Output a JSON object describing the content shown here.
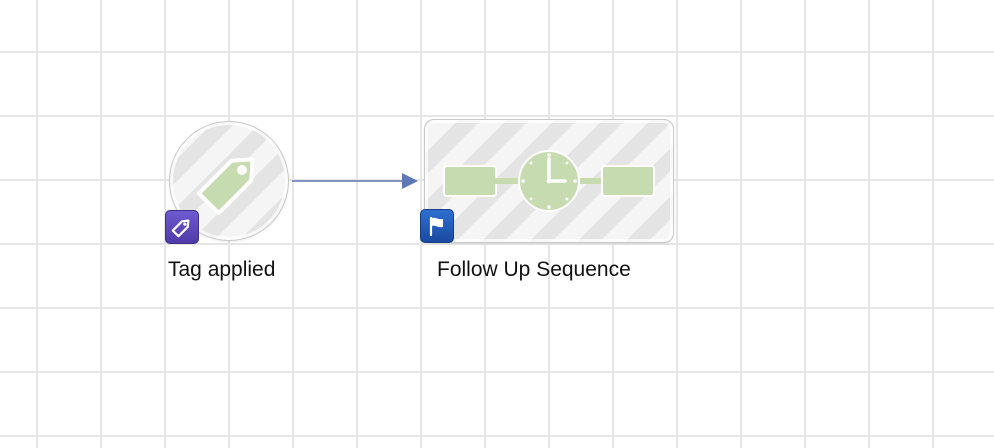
{
  "canvas": {
    "grid_color": "#e6e6e6",
    "background": "#ffffff"
  },
  "nodes": {
    "trigger": {
      "label": "Tag applied",
      "icon": "tag-icon",
      "badge_icon": "tag-badge-icon",
      "badge_color": "#5b45bf"
    },
    "sequence": {
      "label": "Follow Up Sequence",
      "icon": "sequence-clock-icon",
      "badge_icon": "flag-icon",
      "badge_color": "#2458b8"
    }
  },
  "connector": {
    "from": "Tag applied",
    "to": "Follow Up Sequence",
    "color": "#5d77b7"
  }
}
